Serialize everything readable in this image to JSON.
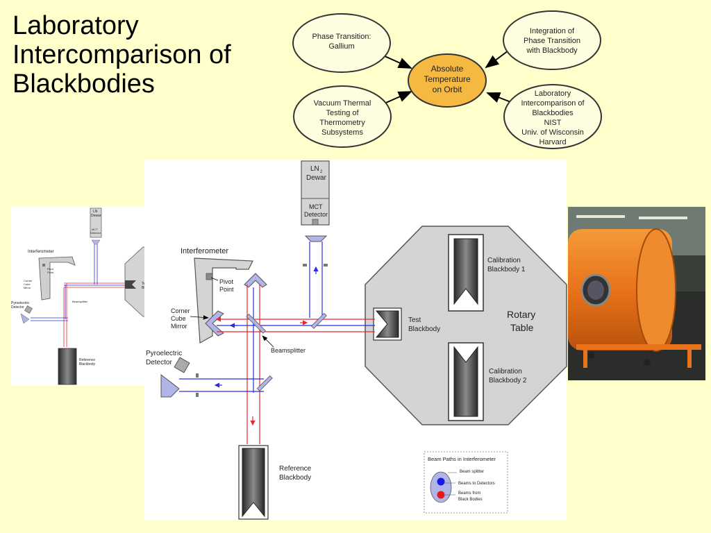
{
  "slide": {
    "title_lines": [
      "Laboratory",
      "Intercomparison of",
      "Blackbodies"
    ]
  },
  "concept_map": {
    "center": [
      "Absolute",
      "Temperature",
      "on Orbit"
    ],
    "top_left": [
      "Phase Transition:",
      "Gallium"
    ],
    "top_right": [
      "Integration of",
      "Phase Transition",
      "with Blackbody"
    ],
    "bottom_left": [
      "Vacuum Thermal",
      "Testing of",
      "Thermometry",
      "Subsystems"
    ],
    "bottom_right": [
      "Laboratory",
      "Intercomparison of",
      "Blackbodies",
      "NIST",
      "Univ. of Wisconsin",
      "Harvard"
    ]
  },
  "diagram": {
    "ln2_dewar": [
      "LN",
      "2",
      "Dewar"
    ],
    "mct_detector": [
      "MCT",
      "Detector"
    ],
    "interferometer": "Interferometer",
    "pivot_point": [
      "Pivot",
      "Point"
    ],
    "corner_cube_mirror": [
      "Corner",
      "Cube",
      "Mirror"
    ],
    "beamsplitter": "Beamsplitter",
    "pyroelectric_detector": [
      "Pyroelectric",
      "Detector"
    ],
    "reference_blackbody": [
      "Reference",
      "Blackbody"
    ],
    "test_blackbody": [
      "Test",
      "Blackbody"
    ],
    "calibration_blackbody_1": [
      "Calibration",
      "Blackbody 1"
    ],
    "calibration_blackbody_2": [
      "Calibration",
      "Blackbody 2"
    ],
    "rotary_table": [
      "Rotary",
      "Table"
    ],
    "legend": {
      "title": "Beam Paths in Interferometer",
      "items": [
        "Beam splitter",
        "Beams to Detectors",
        "Beams from",
        "Black Bodies"
      ]
    }
  },
  "small_diagram": {
    "ln2_dewar": [
      "LN",
      "2",
      "Dewar"
    ],
    "mct_detector": [
      "MCT",
      "Detector"
    ],
    "interferometer": "Interferometer",
    "pivot_point": [
      "Pivot",
      "Point"
    ],
    "corner_cube_mirror": [
      "Corner",
      "Cube",
      "Mirror"
    ],
    "beamsplitter": "Beamsplitter",
    "pyroelectric_detector": [
      "Pyroelectric",
      "Detector"
    ],
    "reference_blackbody": [
      "Reference",
      "Blackbody"
    ],
    "test_fragment": [
      "Te",
      "Bl"
    ]
  },
  "colors": {
    "background": "#ffffcc",
    "center_node": "#f5b942",
    "outer_node": "#fffde0",
    "beam_red": "#e8262c",
    "beam_blue": "#2b2bd9",
    "optic_fill": "#b0b4e6",
    "rotary_fill": "#d4d4d4",
    "tank_orange": "#e8731a"
  }
}
